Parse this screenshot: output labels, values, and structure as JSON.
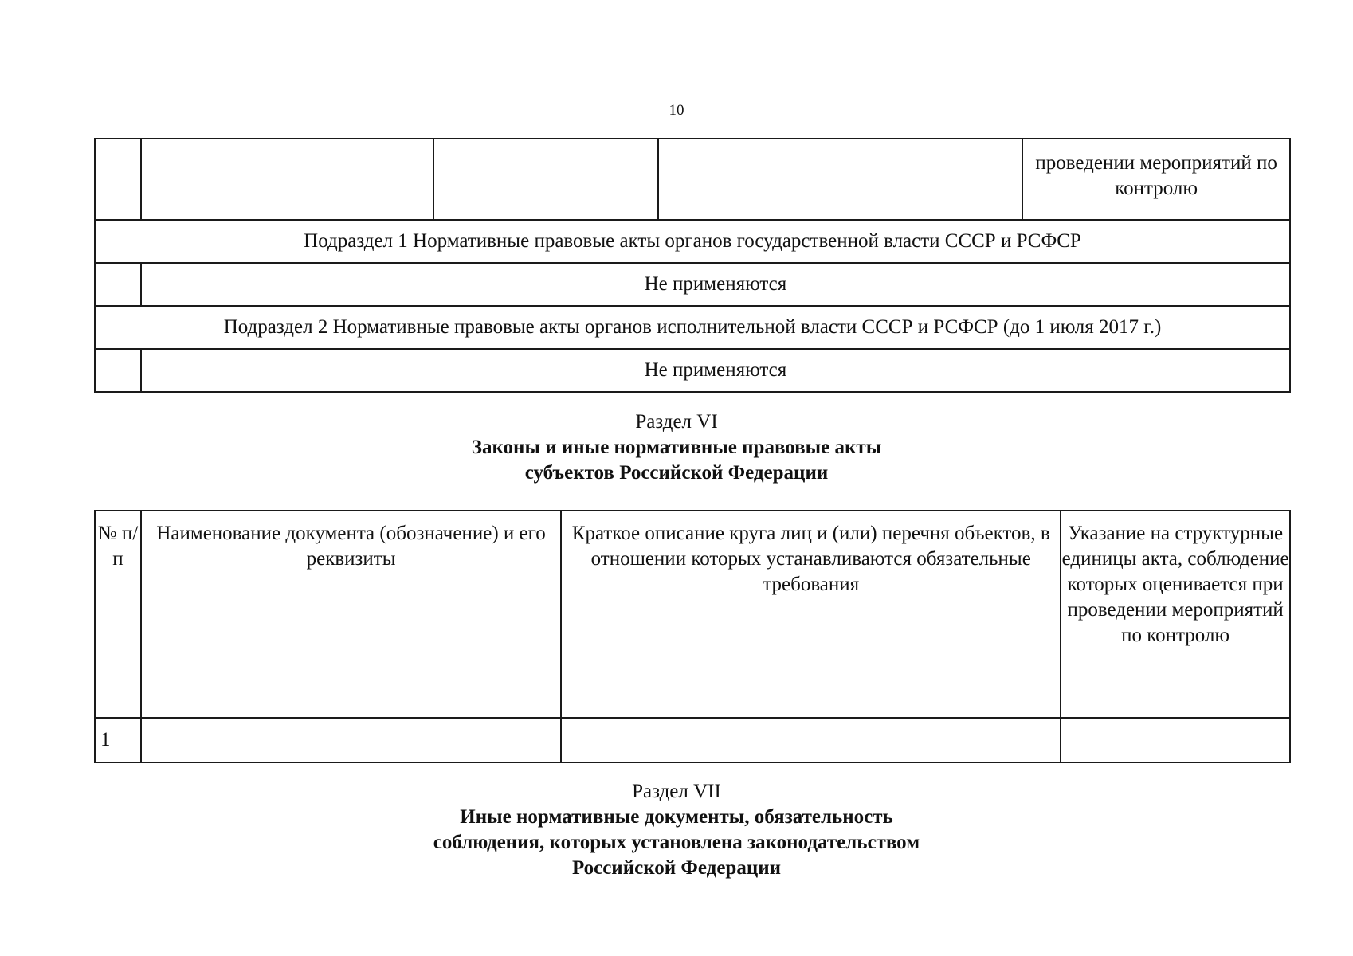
{
  "page_number": "10",
  "table1": {
    "continued_cell": "проведении мероприятий по контролю",
    "subsection1": "Подраздел 1 Нормативные правовые акты органов государственной власти СССР и РСФСР",
    "not_applicable_1": "Не применяются",
    "subsection2": "Подраздел 2 Нормативные правовые акты органов исполнительной власти СССР и РСФСР (до 1 июля 2017 г.)",
    "not_applicable_2": "Не применяются"
  },
  "section6": {
    "label": "Раздел VI",
    "title": "Законы и иные нормативные правовые акты\nсубъектов Российской Федерации"
  },
  "table2": {
    "headers": [
      "№ п/п",
      "Наименование документа (обозначение) и его реквизиты",
      "Краткое описание круга лиц и (или) перечня объектов, в отношении которых устанавливаются обязательные требования",
      "Указание на структурные единицы акта, соблюдение которых оценивается при проведении мероприятий по контролю"
    ],
    "rows": [
      [
        "1",
        "",
        "",
        ""
      ]
    ]
  },
  "section7": {
    "label": "Раздел VII",
    "title": "Иные нормативные документы, обязательность\nсоблюдения, которых установлена законодательством\nРоссийской Федерации"
  }
}
